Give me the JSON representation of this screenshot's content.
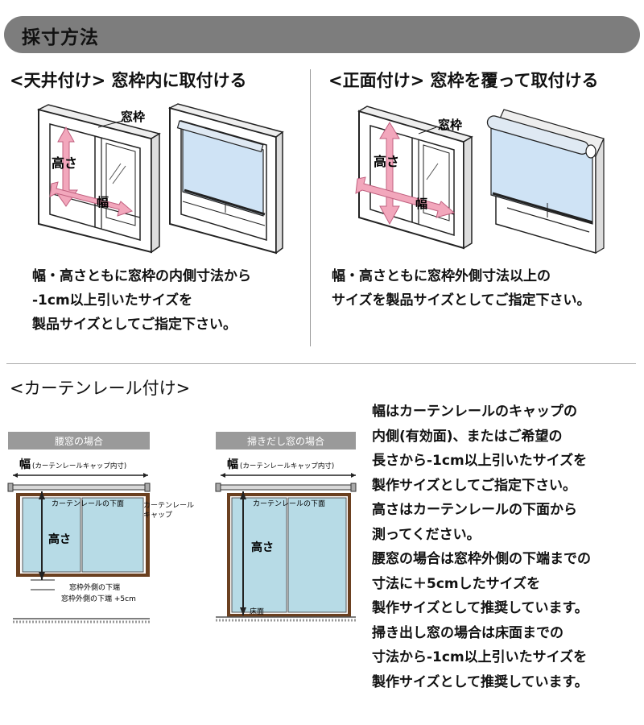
{
  "header": {
    "title": "採寸方法"
  },
  "ceiling": {
    "heading": "<天井付け> 窓枠内に取付ける",
    "label_frame": "窓枠",
    "label_height": "高さ",
    "label_width": "幅",
    "lines": [
      "幅・高さともに窓枠の内側寸法から",
      "-1cm以上引いたサイズを",
      "製品サイズとしてご指定下さい。"
    ]
  },
  "front": {
    "heading": "<正面付け> 窓枠を覆って取付ける",
    "label_frame": "窓枠",
    "label_height": "高さ",
    "label_width": "幅",
    "lines": [
      "幅・高さともに窓枠外側寸法以上の",
      "サイズを製品サイズとしてご指定下さい。"
    ]
  },
  "curtain": {
    "heading": "<カーテンレール付け>",
    "waist": {
      "title": "腰窓の場合",
      "width_label_big": "幅",
      "width_label_small": "(カーテンレールキャップ内寸)",
      "rail_bottom": "カーテンレールの下面",
      "rail_cap": "カーテンレール",
      "rail_cap2": "キャップ",
      "height": "高さ",
      "frame_bottom": "窓枠外側の下端",
      "frame_bottom_plus": "窓枠外側の下端 +5cm"
    },
    "sweep": {
      "title": "掃きだし窓の場合",
      "width_label_big": "幅",
      "width_label_small": "(カーテンレールキャップ内寸)",
      "rail_bottom": "カーテンレールの下面",
      "height": "高さ",
      "floor": "床面"
    },
    "lines": [
      "幅はカーテンレールのキャップの",
      "内側(有効面)、またはご希望の",
      "長さから-1cm以上引いたサイズを",
      "製作サイズとしてご指定下さい。",
      "高さはカーテンレールの下面から",
      "測ってください。",
      "腰窓の場合は窓枠外側の下端までの",
      "寸法に＋5cmしたサイズを",
      "製作サイズとして推奨しています。",
      "掃き出し窓の場合は床面までの",
      "寸法から-1cm以上引いたサイズを",
      "製作サイズとして推奨しています。"
    ]
  }
}
